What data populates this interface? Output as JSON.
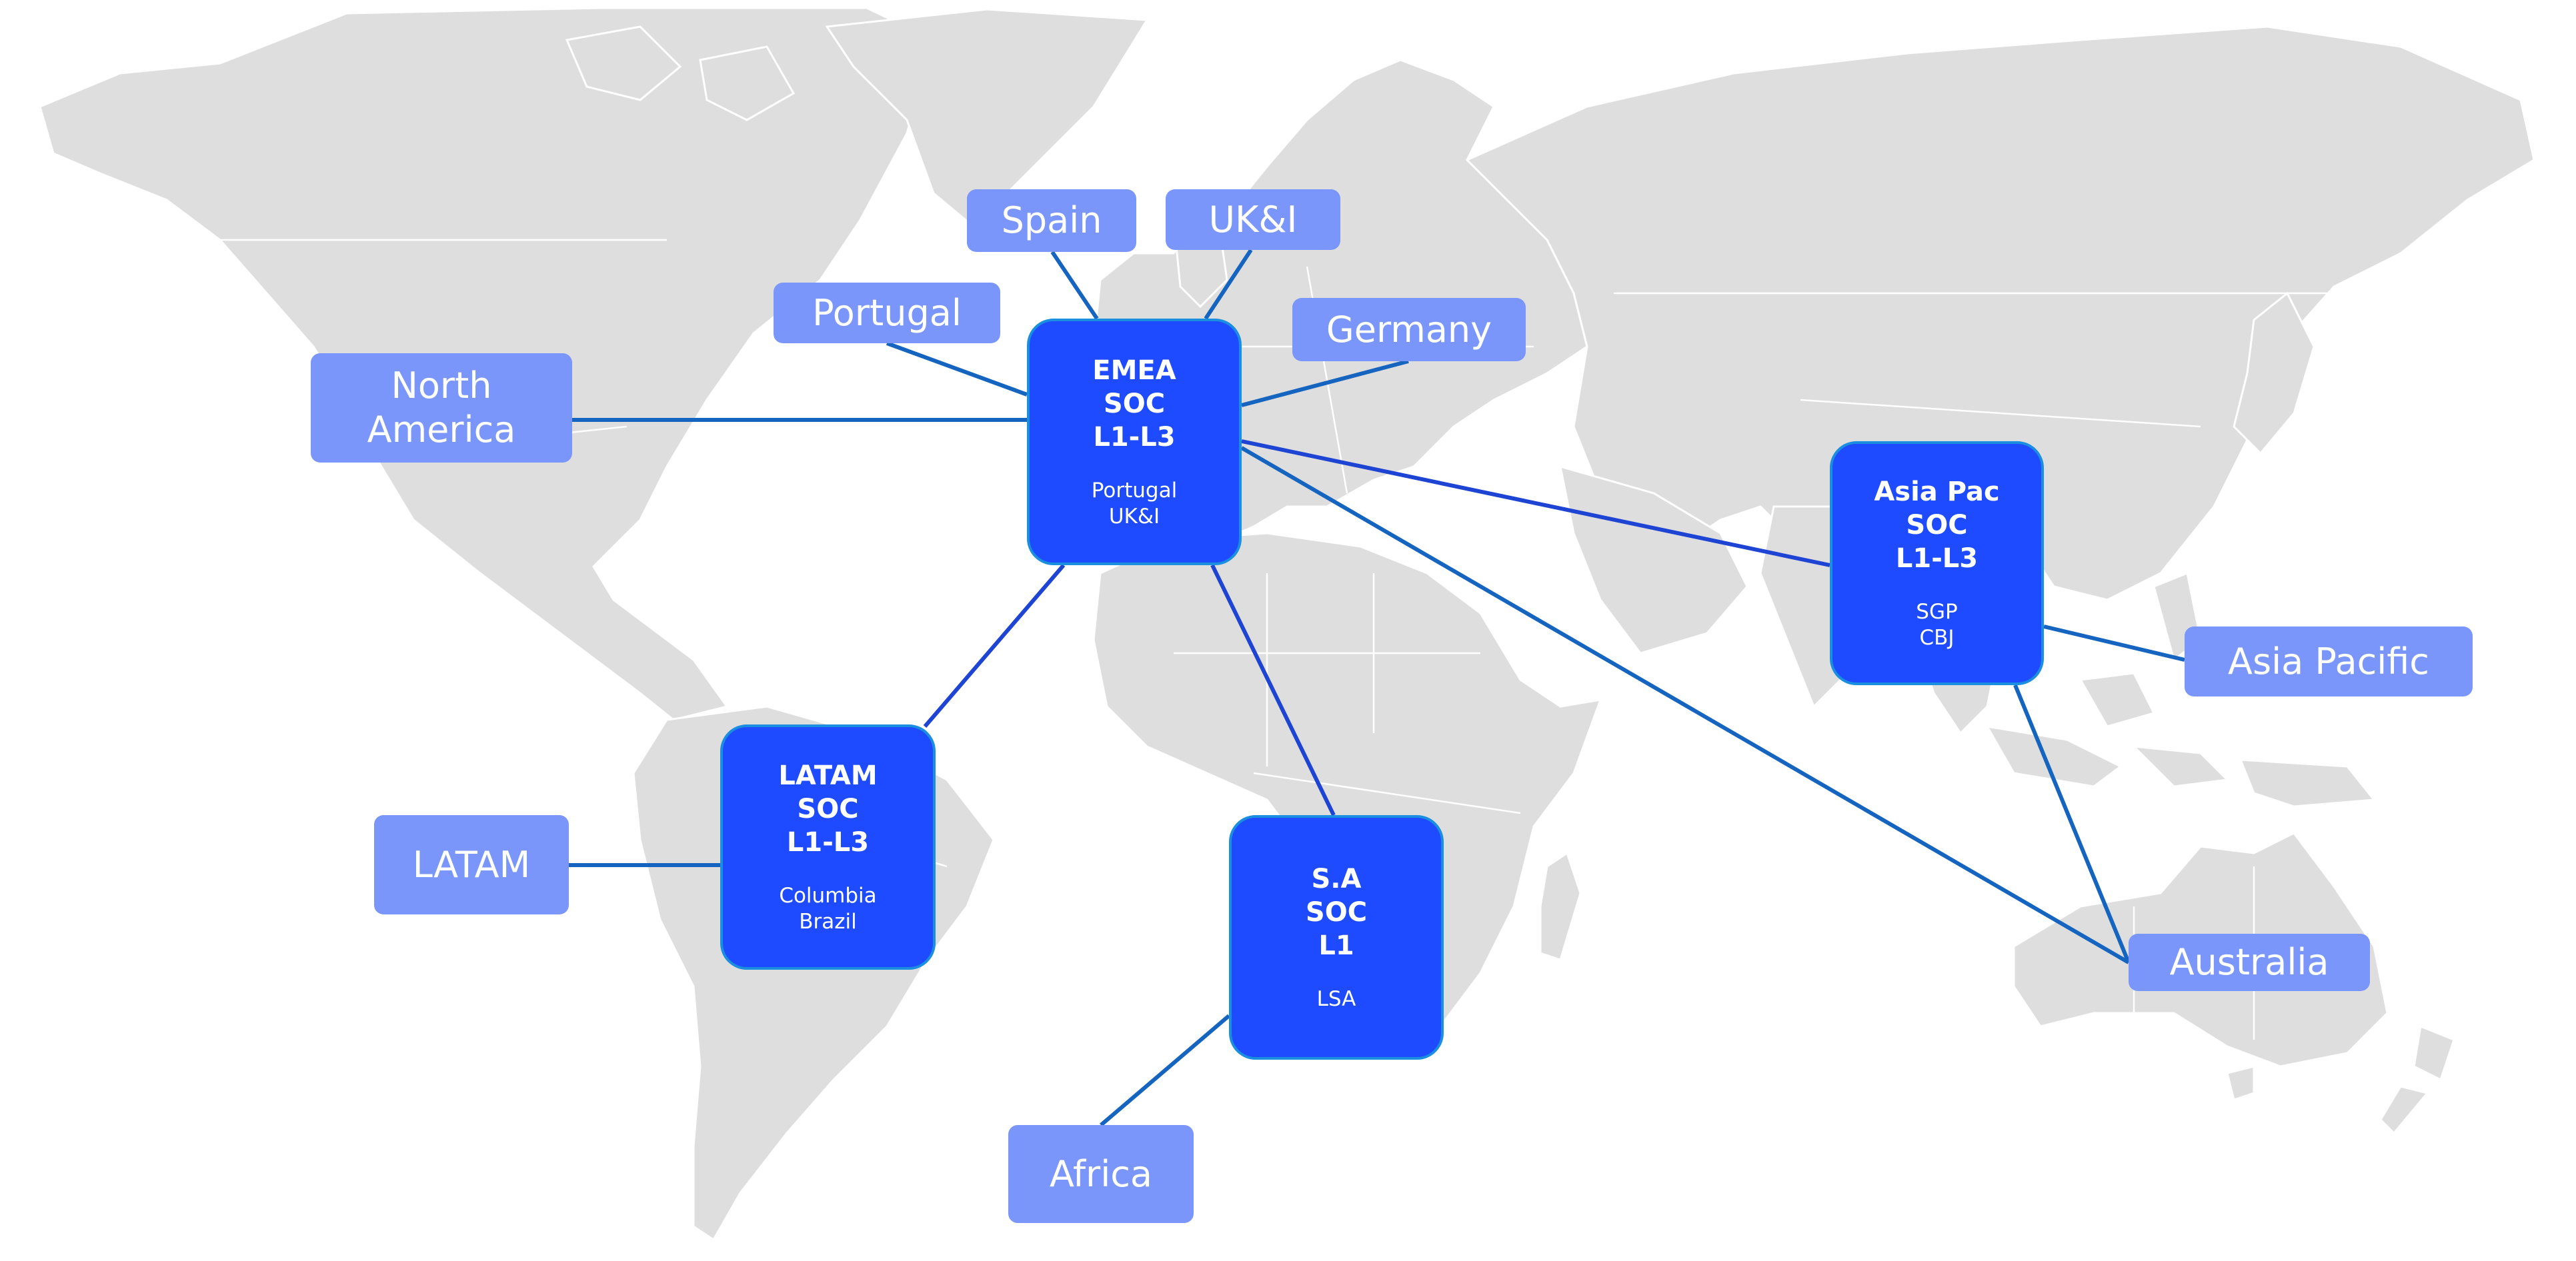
{
  "hubs": {
    "emea": {
      "title": "EMEA\nSOC\nL1-L3",
      "sites": "Portugal\nUK&I"
    },
    "apac": {
      "title": "Asia Pac\nSOC\nL1-L3",
      "sites": "SGP\nCBJ"
    },
    "latam": {
      "title": "LATAM\nSOC\nL1-L3",
      "sites": "Columbia\nBrazil"
    },
    "sa": {
      "title": "S.A\nSOC\nL1",
      "sites": "LSA"
    }
  },
  "regions": {
    "spain": "Spain",
    "uki": "UK&I",
    "portugal": "Portugal",
    "germany": "Germany",
    "north_america": "North\nAmerica",
    "latam": "LATAM",
    "africa": "Africa",
    "asia_pacific": "Asia Pacific",
    "australia": "Australia"
  },
  "colors": {
    "hub_fill": "#1e4bff",
    "hub_border": "#1a8fe0",
    "region_fill": "#7b96fa",
    "connector": "#1565c0",
    "land": "#dedede"
  }
}
